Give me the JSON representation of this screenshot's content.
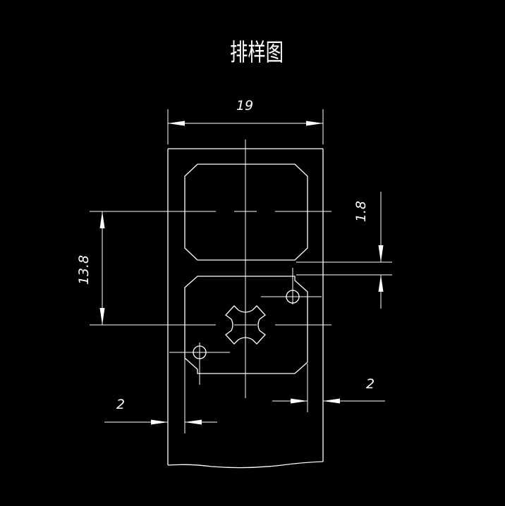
{
  "title": "排样图",
  "colors": {
    "background": "#000000",
    "line": "#ffffff"
  },
  "dimensions": {
    "strip_width": "19",
    "pitch": "13.8",
    "gap": "1.8",
    "left_margin": "2",
    "right_margin": "2"
  }
}
